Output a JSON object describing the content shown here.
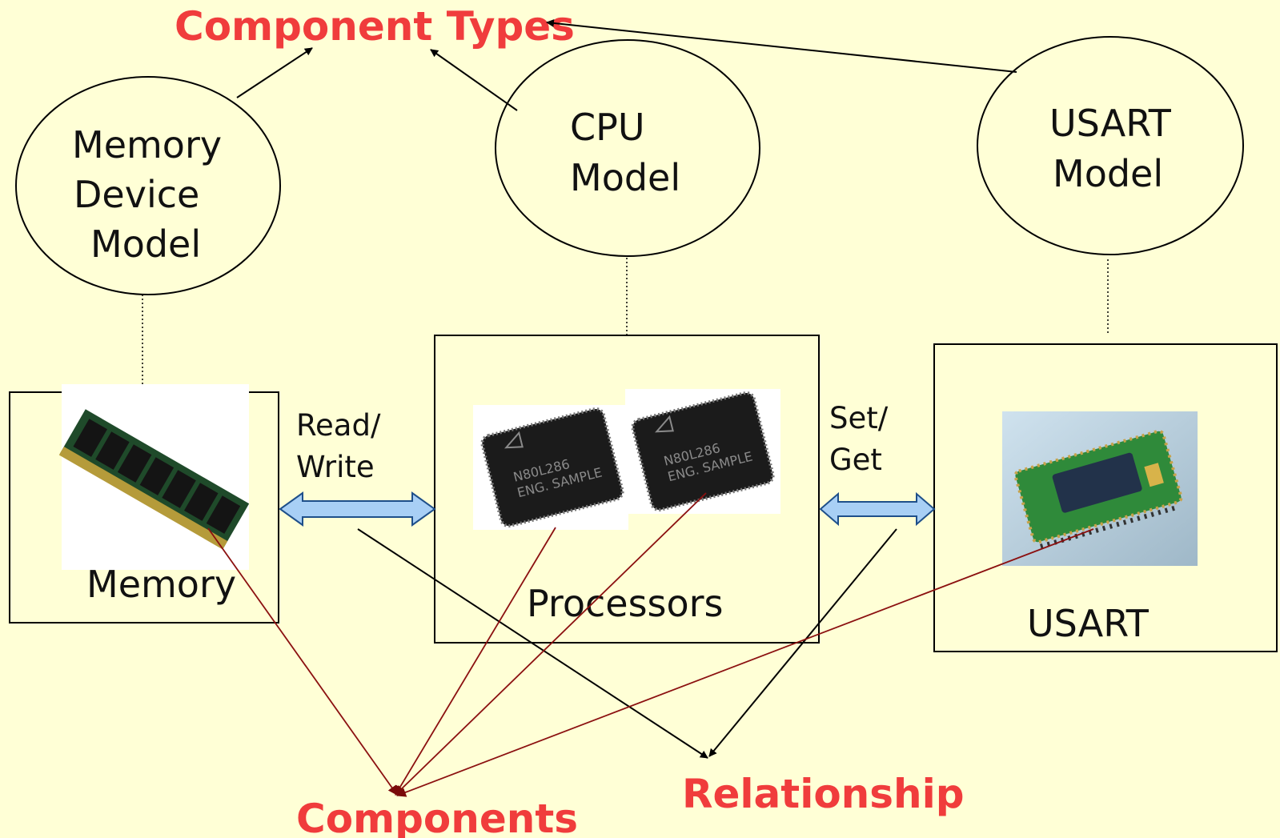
{
  "labels": {
    "component_types": "Component Types",
    "components": "Components",
    "relationship": "Relationship"
  },
  "models": {
    "memory": [
      "Memory",
      "Device",
      "Model"
    ],
    "cpu": [
      "CPU",
      "Model"
    ],
    "usart": [
      "USART",
      "Model"
    ]
  },
  "boxes": {
    "memory": "Memory",
    "processors": "Processors",
    "usart": "USART"
  },
  "edges": {
    "read_write": [
      "Read/",
      "Write"
    ],
    "set_get": [
      "Set/",
      "Get"
    ]
  },
  "chips": {
    "processor_line1": "N80L286",
    "processor_line2": "ENG. SAMPLE"
  },
  "colors": {
    "background": "#ffffd6",
    "label_red": "#f03c3c",
    "arrow_fill": "#a8cff5",
    "arrow_stroke": "#1e4f8a",
    "component_link": "#8b1010"
  }
}
